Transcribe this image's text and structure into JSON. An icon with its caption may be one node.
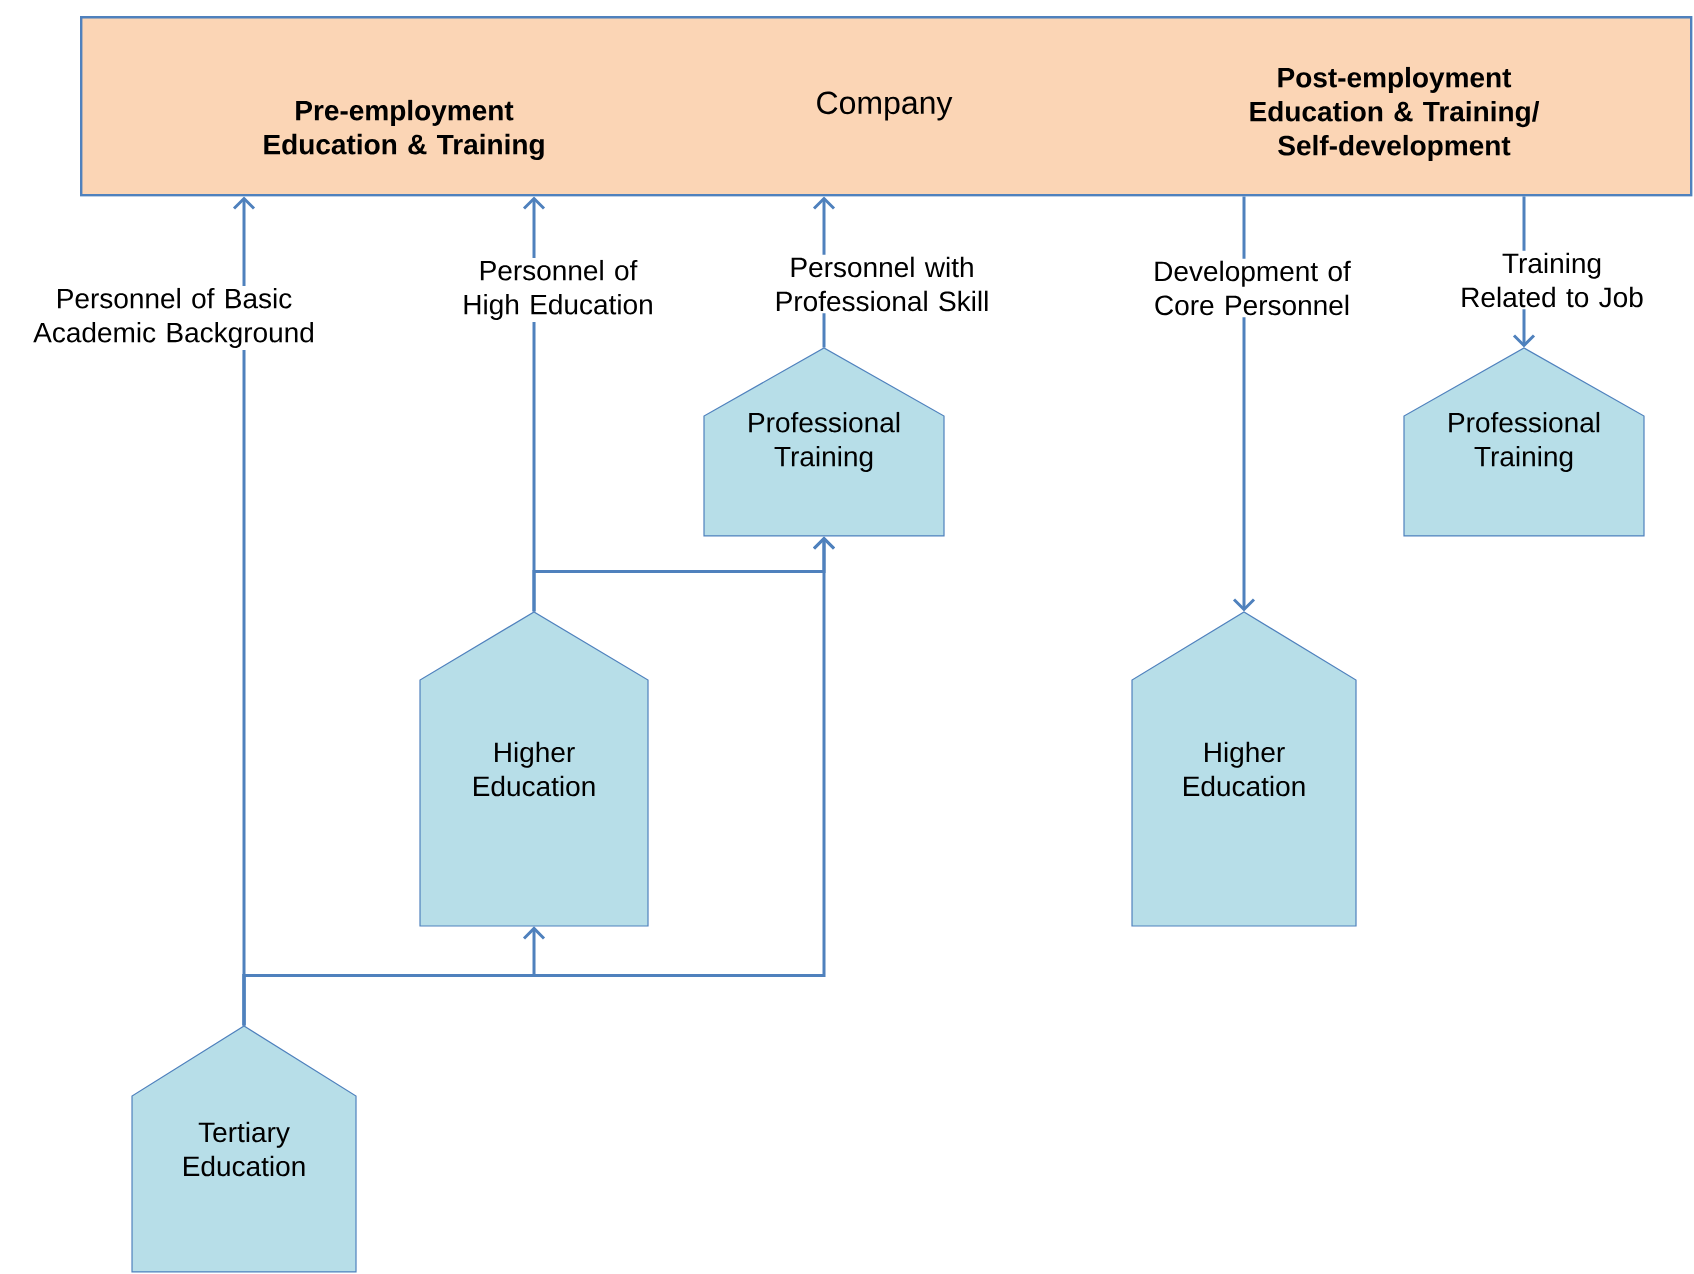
{
  "diagram": {
    "nodes": [
      {
        "text": [
          "Pre-employment Education & Training",
          "Company",
          "Post-employment Education & Training/ Self-development"
        ]
      },
      {
        "text": [
          "Professional Training"
        ]
      },
      {
        "text": [
          "Professional Training"
        ]
      },
      {
        "text": [
          "Higher Education"
        ]
      },
      {
        "text": [
          "Higher Education"
        ]
      },
      {
        "text": [
          "Tertiary Education"
        ]
      }
    ],
    "edges": [
      {
        "from": 5,
        "to": 0,
        "arrow": "to",
        "label": "Personnel of Basic Academic Background"
      },
      {
        "from": 5,
        "to": 3,
        "arrow": "to"
      },
      {
        "from": 5,
        "to": 1,
        "arrow": "to"
      },
      {
        "from": 3,
        "to": 0,
        "arrow": "to",
        "label": "Personnel of High Education"
      },
      {
        "from": 3,
        "to": 1,
        "arrow": "to"
      },
      {
        "from": 1,
        "to": 0,
        "arrow": "to",
        "label": "Personnel with Professional Skill"
      },
      {
        "from": 0,
        "to": 4,
        "arrow": "to",
        "label": "Development of Core Personnel"
      },
      {
        "from": 0,
        "to": 2,
        "arrow": "to",
        "label": "Training Related to Job"
      }
    ]
  }
}
